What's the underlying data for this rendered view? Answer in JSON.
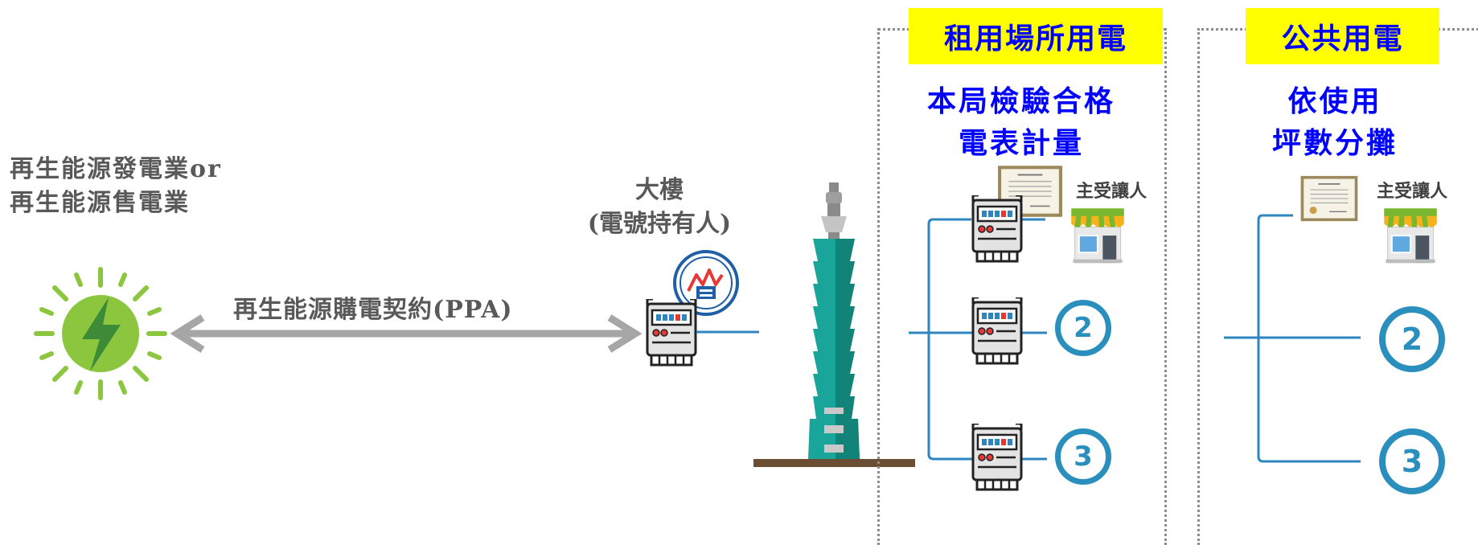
{
  "generator_label": {
    "line1": "再生能源發電業or",
    "line2": "再生能源售電業"
  },
  "ppa_label": "再生能源購電契約(PPA)",
  "building_label": {
    "line1": "大樓",
    "line2": "(電號持有人)"
  },
  "panel_left": {
    "header": "租用場所用電",
    "subtitle_line1": "本局檢驗合格",
    "subtitle_line2": "電表計量",
    "transferee_label": "主受讓人",
    "units": [
      "2",
      "3"
    ]
  },
  "panel_right": {
    "header": "公共用電",
    "subtitle_line1": "依使用",
    "subtitle_line2": "坪數分攤",
    "transferee_label": "主受讓人",
    "units": [
      "2",
      "3"
    ]
  },
  "colors": {
    "line_blue": "#2e86c1",
    "circle_blue": "#2a8fbd",
    "header_yellow": "#ffff00",
    "header_text": "#0000ff",
    "arrow_grey": "#a6a6a6",
    "sun_green": "#8cc63f"
  },
  "icons": [
    "sun-bolt-icon",
    "double-arrow-icon",
    "electric-meter-icon",
    "taipower-logo-icon",
    "taipei101-tower-icon",
    "certificate-icon",
    "shop-icon"
  ]
}
